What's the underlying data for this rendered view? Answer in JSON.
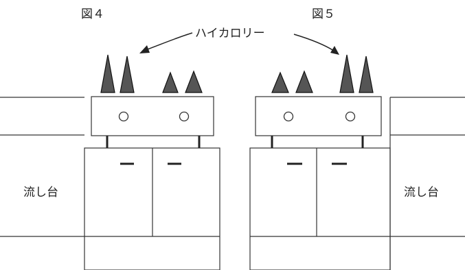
{
  "figures": [
    {
      "caption": "図４"
    },
    {
      "caption": "図５"
    }
  ],
  "callout": {
    "label": "ハイカロリー"
  },
  "sink": {
    "label": "流し台"
  },
  "colors": {
    "flame": "#555555",
    "line": "#333333"
  }
}
